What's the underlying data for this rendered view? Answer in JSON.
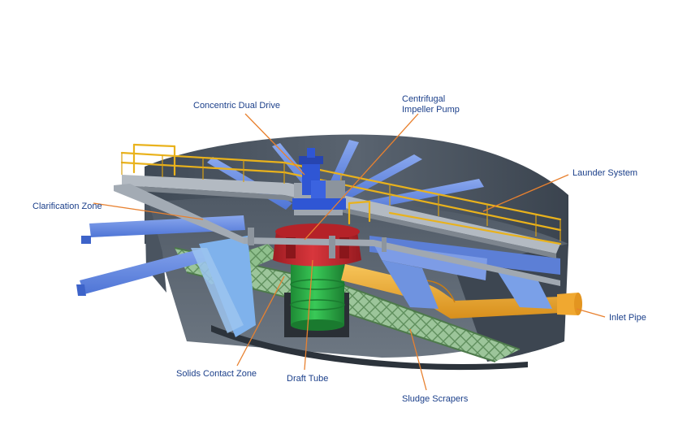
{
  "labels": {
    "concentric_dual_drive": "Concentric Dual Drive",
    "centrifugal_impeller_pump": [
      "Centrifugal",
      "Impeller Pump"
    ],
    "launder_system": "Launder System",
    "clarification_zone": "Clarification Zone",
    "inlet_pipe": "Inlet Pipe",
    "solids_contact_zone": "Solids Contact Zone",
    "draft_tube": "Draft Tube",
    "sludge_scrapers": "Sludge Scrapers"
  },
  "colors": {
    "label_text": "#1b3f8a",
    "leader_line": "#e8812f",
    "tank_shell": "#4c5663",
    "tank_inner": "#6a7480",
    "walkway_rail": "#e9b21c",
    "bridge_steel": "#9aa2ab",
    "launder_blue": "#6c8fe0",
    "impeller_red": "#c9262d",
    "draft_tube_green": "#2fb24a",
    "scraper_green": "#7fb37d",
    "inlet_pipe": "#f0a830",
    "drive_blue": "#2f56d4"
  }
}
